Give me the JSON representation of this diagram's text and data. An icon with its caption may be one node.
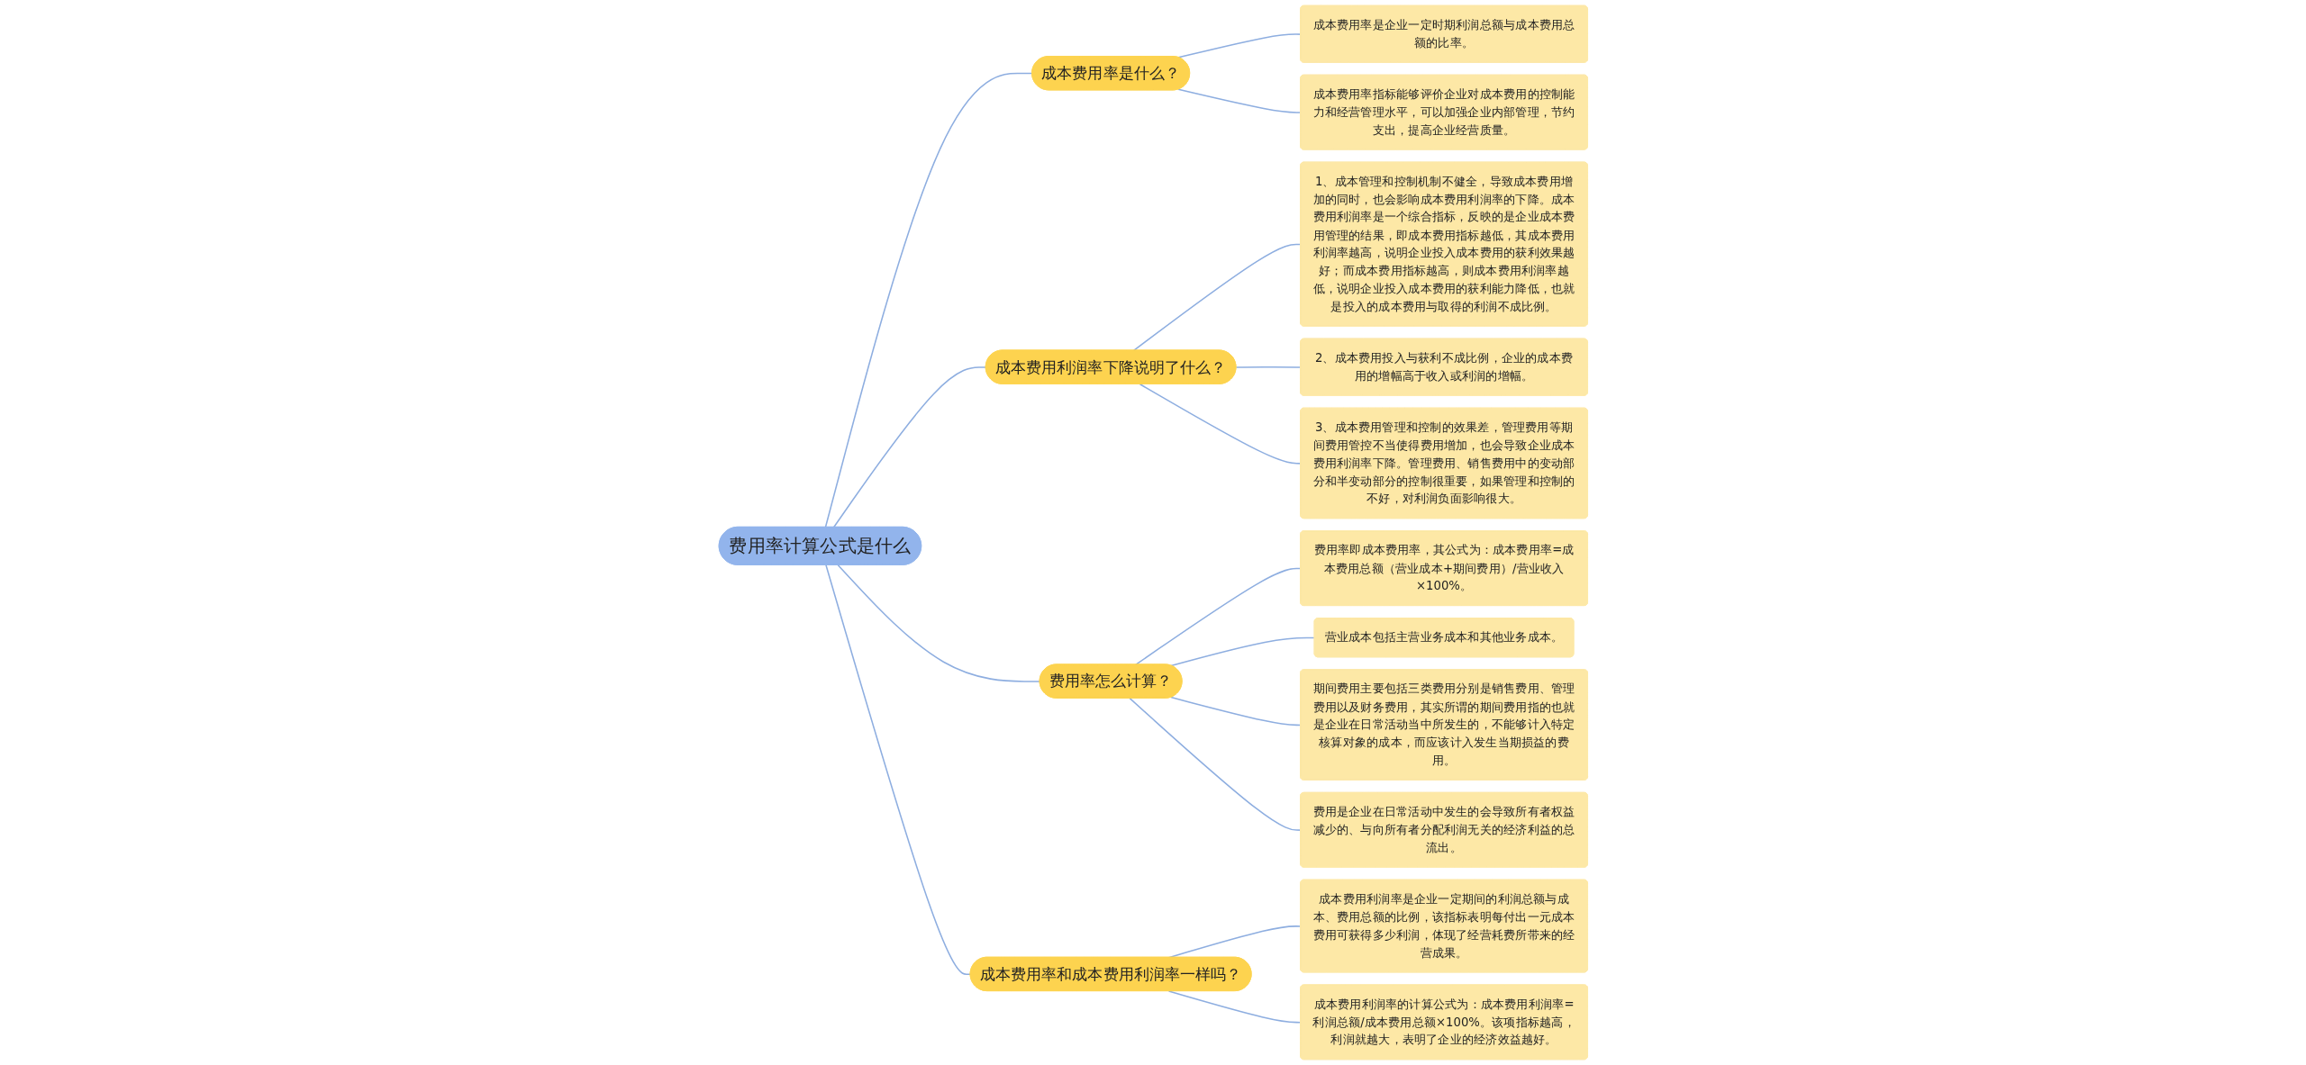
{
  "diagram": {
    "nodes": [
      {
        "text": [
          "费用率计算公式是什么"
        ]
      },
      {
        "text": [
          "成本费用率是什么？"
        ]
      },
      {
        "text": [
          "成本费用率是企业一定时期利润总额与成本费用总额的比率。"
        ]
      },
      {
        "text": [
          "成本费用率指标能够评价企业对成本费用的控制能力和经营管理水平，可以加强企业内部管理，节约支出，提高企业经营质量。"
        ]
      },
      {
        "text": [
          "成本费用利润率下降说明了什么？"
        ]
      },
      {
        "text": [
          "1、成本管理和控制机制不健全，导致成本费用增加的同时，也会影响成本费用利润率的下降。成本费用利润率是一个综合指标，反映的是企业成本费用管理的结果，即成本费用指标越低，其成本费用利润率越高，说明企业投入成本费用的获利效果越好；而成本费用指标越高，则成本费用利润率越低，说明企业投入成本费用的获利能力降低，也就是投入的成本费用与取得的利润不成比例。"
        ]
      },
      {
        "text": [
          "2、成本费用投入与获利不成比例，企业的成本费用的增幅高于收入或利润的增幅。"
        ]
      },
      {
        "text": [
          "3、成本费用管理和控制的效果差，管理费用等期间费用管控不当使得费用增加，也会导致企业成本费用利润率下降。管理费用、销售费用中的变动部分和半变动部分的控制很重要，如果管理和控制的不好，对利润负面影响很大。"
        ]
      },
      {
        "text": [
          "费用率怎么计算？"
        ]
      },
      {
        "text": [
          "费用率即成本费用率，其公式为：成本费用率=成本费用总额（营业成本+期间费用）/营业收入×100%。"
        ]
      },
      {
        "text": [
          "营业成本包括主营业务成本和其他业务成本。"
        ]
      },
      {
        "text": [
          "期间费用主要包括三类费用分别是销售费用、管理费用以及财务费用，其实所谓的期间费用指的也就是企业在日常活动当中所发生的，不能够计入特定核算对象的成本，而应该计入发生当期损益的费用。"
        ]
      },
      {
        "text": [
          "费用是企业在日常活动中发生的会导致所有者权益减少的、与向所有者分配利润无关的经济利益的总流出。"
        ]
      },
      {
        "text": [
          "成本费用率和成本费用利润率一样吗？"
        ]
      },
      {
        "text": [
          "成本费用利润率是企业一定期间的利润总额与成本、费用总额的比例，该指标表明每付出一元成本费用可获得多少利润，体现了经营耗费所带来的经营成果。"
        ]
      },
      {
        "text": [
          "成本费用利润率的计算公式为：成本费用利润率=利润总额/成本费用总额×100%。该项指标越高，利润就越大，表明了企业的经济效益越好。"
        ]
      }
    ],
    "edges": [
      {
        "from": 0,
        "to": 1,
        "arrow": "none"
      },
      {
        "from": 1,
        "to": 2,
        "arrow": "none"
      },
      {
        "from": 1,
        "to": 3,
        "arrow": "none"
      },
      {
        "from": 0,
        "to": 4,
        "arrow": "none"
      },
      {
        "from": 4,
        "to": 5,
        "arrow": "none"
      },
      {
        "from": 4,
        "to": 6,
        "arrow": "none"
      },
      {
        "from": 4,
        "to": 7,
        "arrow": "none"
      },
      {
        "from": 0,
        "to": 8,
        "arrow": "none"
      },
      {
        "from": 8,
        "to": 9,
        "arrow": "none"
      },
      {
        "from": 8,
        "to": 10,
        "arrow": "none"
      },
      {
        "from": 8,
        "to": 11,
        "arrow": "none"
      },
      {
        "from": 8,
        "to": 12,
        "arrow": "none"
      },
      {
        "from": 0,
        "to": 13,
        "arrow": "none"
      },
      {
        "from": 13,
        "to": 14,
        "arrow": "none"
      },
      {
        "from": 13,
        "to": 15,
        "arrow": "none"
      }
    ]
  }
}
